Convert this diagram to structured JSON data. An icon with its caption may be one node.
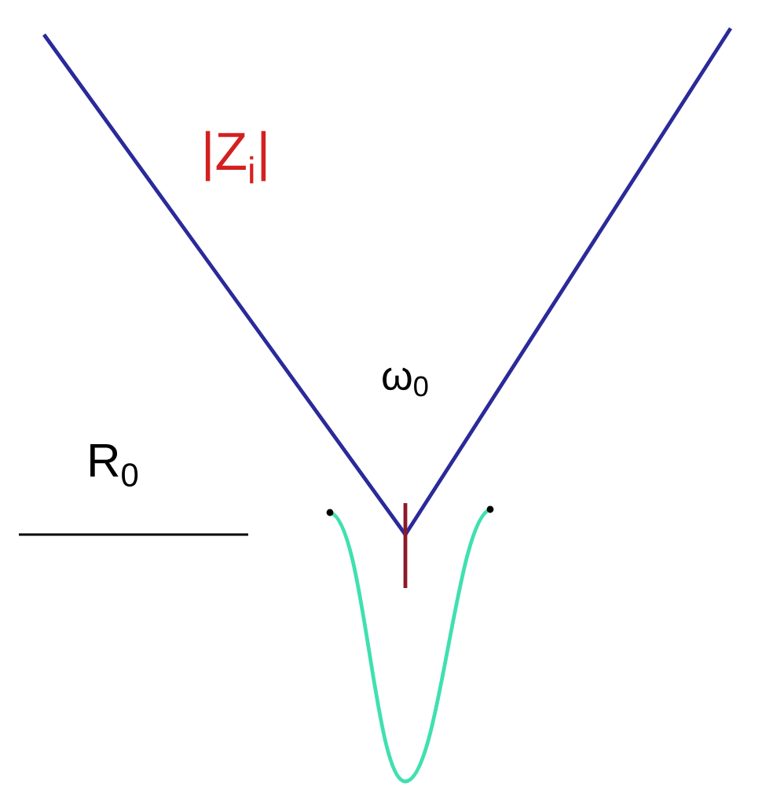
{
  "diagram": {
    "labels": [
      "|Z$_{i}$|",
      "ω$_{0}$",
      "R$_{0}$"
    ]
  }
}
